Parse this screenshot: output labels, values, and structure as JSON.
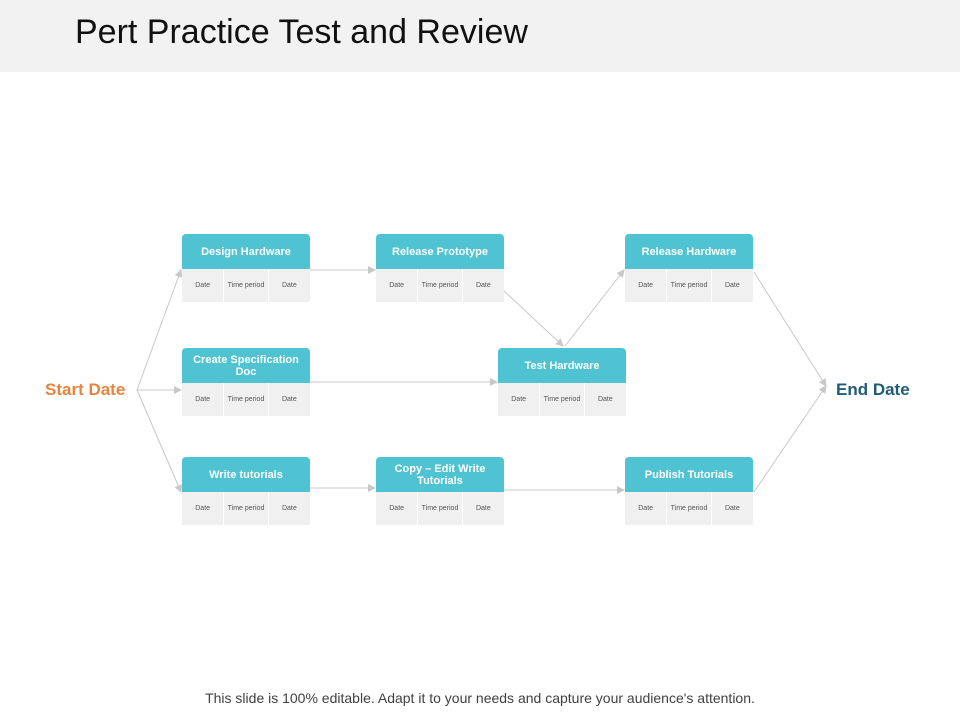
{
  "title": "Pert Practice Test and Review",
  "footer": "This slide is 100% editable. Adapt it to your needs and capture your audience's attention.",
  "colors": {
    "node_header": "#4fc3d1",
    "start_label": "#e8843f",
    "end_label": "#1f5c78",
    "connector": "#c8c8c8"
  },
  "start_label": "Start Date",
  "end_label": "End Date",
  "nodes": {
    "design_hardware": {
      "title": "Design Hardware",
      "cells": [
        "Date",
        "Time period",
        "Date"
      ]
    },
    "release_prototype": {
      "title": "Release Prototype",
      "cells": [
        "Date",
        "Time period",
        "Date"
      ]
    },
    "release_hardware": {
      "title": "Release Hardware",
      "cells": [
        "Date",
        "Time period",
        "Date"
      ]
    },
    "create_spec_doc": {
      "title": "Create Specification Doc",
      "cells": [
        "Date",
        "Time period",
        "Date"
      ]
    },
    "test_hardware": {
      "title": "Test Hardware",
      "cells": [
        "Date",
        "Time period",
        "Date"
      ]
    },
    "write_tutorials": {
      "title": "Write tutorials",
      "cells": [
        "Date",
        "Time period",
        "Date"
      ]
    },
    "copy_edit_tutorials": {
      "title": "Copy – Edit Write Tutorials",
      "cells": [
        "Date",
        "Time period",
        "Date"
      ]
    },
    "publish_tutorials": {
      "title": "Publish Tutorials",
      "cells": [
        "Date",
        "Time period",
        "Date"
      ]
    }
  }
}
